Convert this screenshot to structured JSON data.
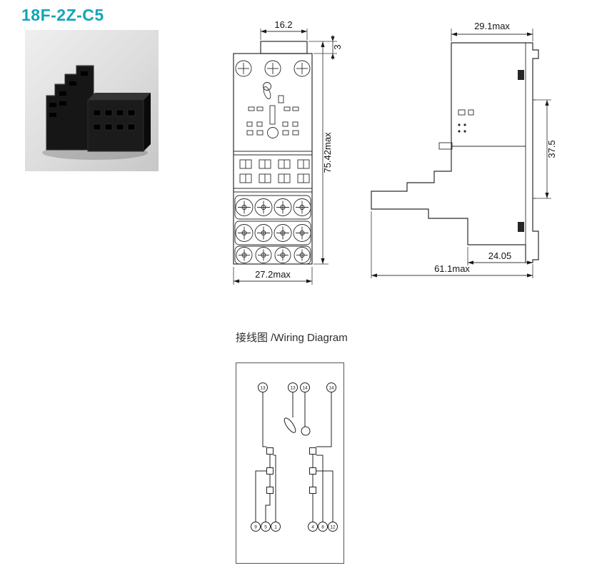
{
  "colors": {
    "accent": "#12a5b8"
  },
  "header": {
    "product_code": "18F-2Z-C5"
  },
  "front_view": {
    "dims": {
      "top_width": "16.2",
      "tab_height": "3",
      "total_height": "75.42max",
      "bottom_width": "27.2max"
    }
  },
  "side_view": {
    "dims": {
      "top_width": "29.1max",
      "rail_height": "37.5",
      "lower_width": "24.05",
      "total_depth": "61.1max"
    }
  },
  "wiring": {
    "heading": "接线图 /Wiring Diagram",
    "top_terminals": [
      "13",
      "13",
      "14",
      "14"
    ],
    "bottom_terminals": [
      "9",
      "5",
      "1",
      "4",
      "8",
      "12"
    ]
  }
}
